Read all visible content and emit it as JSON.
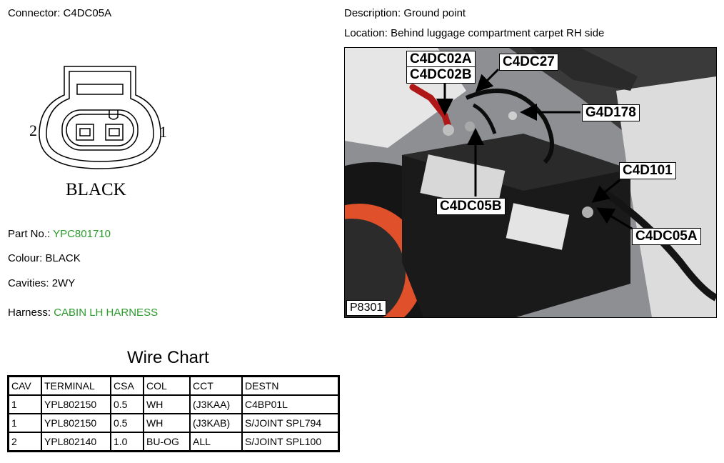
{
  "connector": {
    "label": "Connector:",
    "value": "C4DC05A"
  },
  "description": {
    "label": "Description:",
    "value": "Ground point"
  },
  "location": {
    "label": "Location:",
    "value": "Behind luggage compartment carpet RH side"
  },
  "diagram": {
    "pin_left": "2",
    "pin_right": "1",
    "color_text": "BLACK"
  },
  "part_no": {
    "label": "Part No.:",
    "value": "YPC801710"
  },
  "colour": {
    "label": "Colour:",
    "value": "BLACK"
  },
  "cavities": {
    "label": "Cavities:",
    "value": "2WY"
  },
  "harness": {
    "label": "Harness:",
    "value": "CABIN LH HARNESS"
  },
  "wire_chart": {
    "title": "Wire Chart",
    "headers": [
      "CAV",
      "TERMINAL",
      "CSA",
      "COL",
      "CCT",
      "DESTN"
    ],
    "rows": [
      [
        "1",
        "YPL802150",
        "0.5",
        "WH",
        "(J3KAA)",
        "C4BP01L"
      ],
      [
        "1",
        "YPL802150",
        "0.5",
        "WH",
        "(J3KAB)",
        "S/JOINT SPL794"
      ],
      [
        "2",
        "YPL802140",
        "1.0",
        "BU-OG",
        "ALL",
        "S/JOINT SPL100"
      ]
    ]
  },
  "photo": {
    "callouts": {
      "c4dc02a": "C4DC02A",
      "c4dc02b": "C4DC02B",
      "c4dc27": "C4DC27",
      "g4d178": "G4D178",
      "c4d101": "C4D101",
      "c4dc05b": "C4DC05B",
      "c4dc05a": "C4DC05A"
    },
    "photo_id": "P8301"
  },
  "colors": {
    "green_value": "#2a9a2a",
    "battery": "#1a1a1a",
    "tyre_rim": "#e0502a"
  }
}
